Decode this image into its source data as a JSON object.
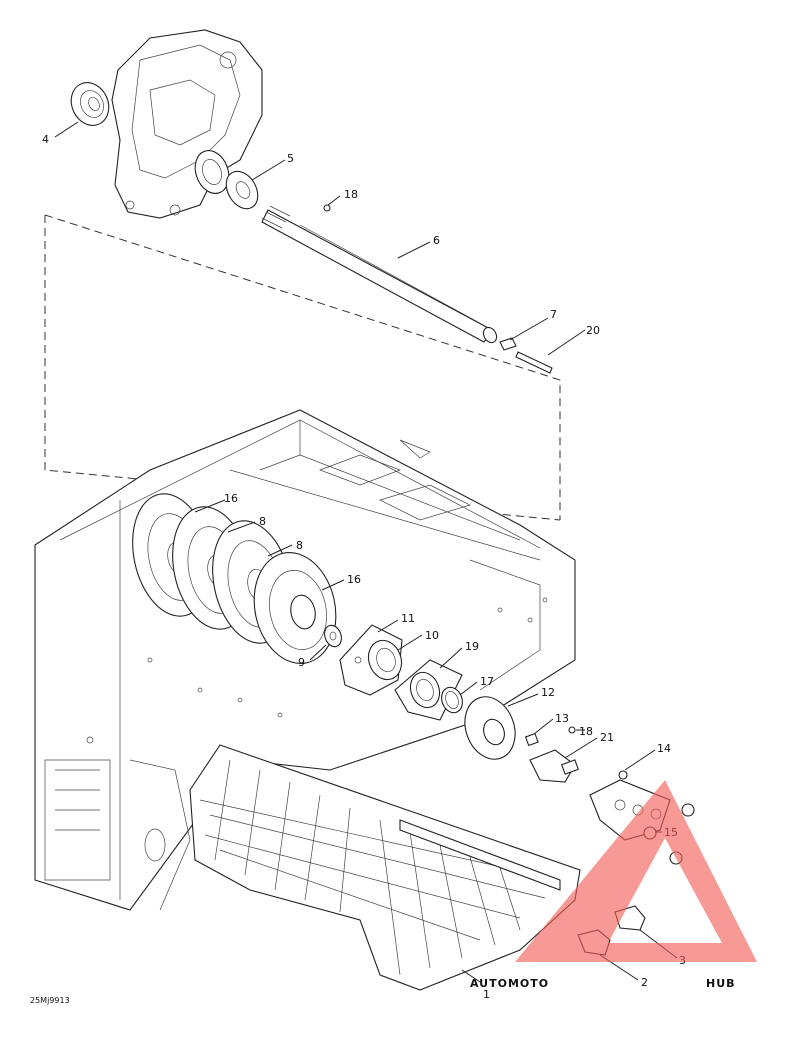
{
  "callouts": {
    "p1": "1",
    "p2": "2",
    "p3": "3",
    "p4": "4",
    "p5": "5",
    "p6": "6",
    "p7": "7",
    "p8a": "8",
    "p8b": "8",
    "p9": "9",
    "p10": "10",
    "p11": "11",
    "p12": "12",
    "p13": "13",
    "p14": "14",
    "p15": "15",
    "p16a": "16",
    "p16b": "16",
    "p17": "17",
    "p18a": "18",
    "p18b": "18",
    "p19": "19",
    "p20": "20",
    "p21": "21"
  },
  "drawing_code": "25Mj9913",
  "watermark": {
    "part1": "AUTOMOTO",
    "part2": "HUB",
    "red": "#f25c54",
    "orange": "#f5b041",
    "gray": "#5d6166"
  }
}
